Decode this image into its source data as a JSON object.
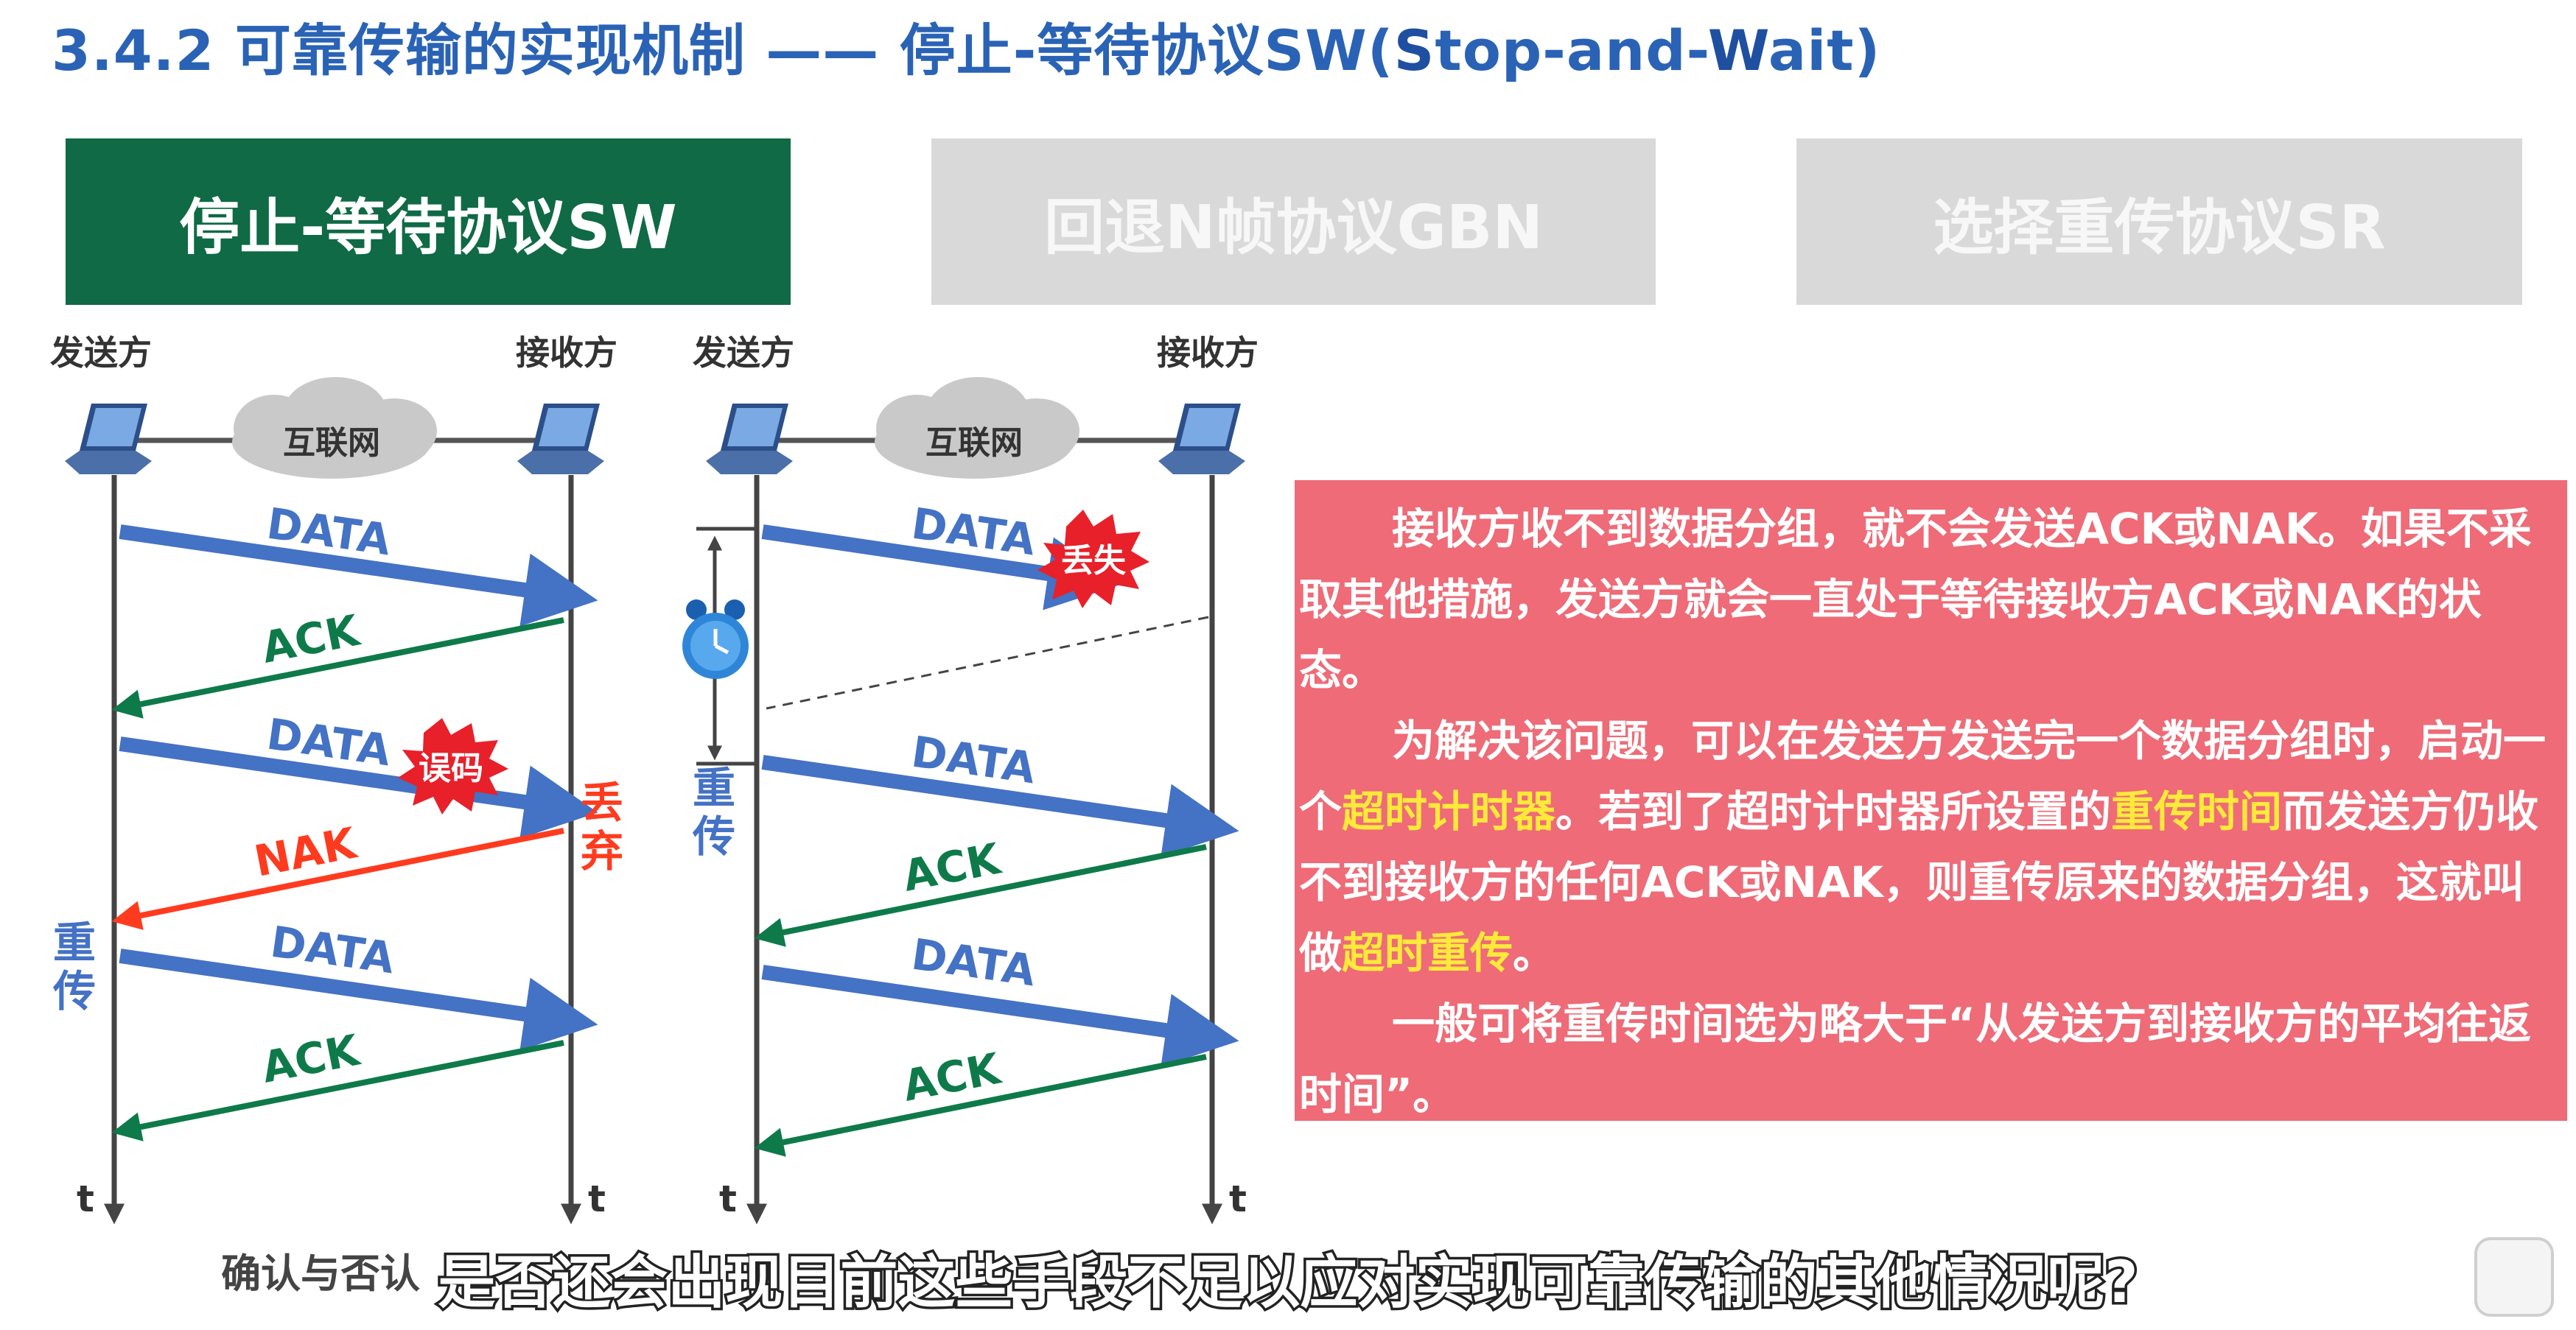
{
  "title": {
    "prefix": "3.4.2 可靠传输的实现机制 —— 停止-等待协议SW(",
    "s": "S",
    "mid": "top-and-",
    "w": "W",
    "suffix": "ait)"
  },
  "tabs": [
    {
      "label": "停止-等待协议SW",
      "active": true
    },
    {
      "label": "回退N帧协议GBN",
      "active": false
    },
    {
      "label": "选择重传协议SR",
      "active": false
    }
  ],
  "left_diagram": {
    "sender": "发送方",
    "receiver": "接收方",
    "network": "互联网",
    "msg1": "DATA",
    "msg2": "ACK",
    "msg3": "DATA",
    "error_badge": "误码",
    "discard": "丢弃",
    "msg4": "NAK",
    "retransmit": "重传",
    "msg5": "DATA",
    "msg6": "ACK",
    "time_left": "t",
    "time_right": "t"
  },
  "right_diagram": {
    "sender": "发送方",
    "receiver": "接收方",
    "network": "互联网",
    "msg1": "DATA",
    "lost_badge": "丢失",
    "retransmit": "重传",
    "msg2": "DATA",
    "msg3": "ACK",
    "msg4": "DATA",
    "msg5": "ACK",
    "time_left": "t",
    "time_right": "t"
  },
  "note": {
    "p1": "接收方收不到数据分组，就不会发送ACK或NAK。如果不采取其他措施，发送方就会一直处于等待接收方ACK或NAK的状态。",
    "p2_a": "为解决该问题，可以在发送方发送完一个数据分组时，启动一个",
    "p2_hl1": "超时计时器",
    "p2_b": "。若到了超时计时器所设置的",
    "p2_hl2": "重传时间",
    "p2_c": "而发送方仍收不到接收方的任何ACK或NAK，则重传原来的数据分组，这就叫做",
    "p2_hl3": "超时重传",
    "p2_d": "。",
    "p3": "一般可将重传时间选为略大于“从发送方到接收方的平均往返时间”。"
  },
  "bottom_caption": "确认与否认",
  "subtitle": "是否还会出现目前这些手段不足以应对实现可靠传输的其他情况呢?",
  "colors": {
    "title": "#2a63b5",
    "tab_active": "#0f6a45",
    "tab_inactive": "#d9d9d9",
    "data_arrow": "#4472c4",
    "ack_arrow": "#0e7a4a",
    "nak_arrow": "#ff3b1f",
    "note_bg": "#ee6b77",
    "highlight": "#ffe93a"
  }
}
